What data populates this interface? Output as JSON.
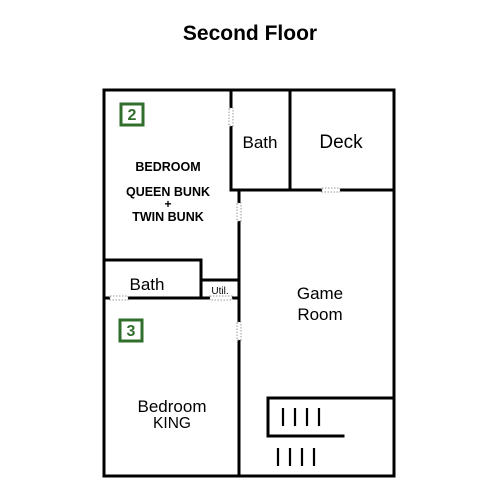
{
  "title": "Second Floor",
  "rooms": {
    "bedroom_2": {
      "badge": "2",
      "line1": "BEDROOM",
      "line2": "QUEEN BUNK",
      "line3": "+",
      "line4": "TWIN BUNK"
    },
    "bath_upper": {
      "label": "Bath"
    },
    "deck": {
      "label": "Deck"
    },
    "bath_lower": {
      "label": "Bath"
    },
    "util": {
      "label": "Util."
    },
    "game_room": {
      "line1": "Game",
      "line2": "Room"
    },
    "bedroom_3": {
      "badge": "3",
      "line1": "Bedroom",
      "line2": "KING"
    }
  },
  "colors": {
    "badge": "#2f6f2b",
    "wall": "#000000",
    "door": "#9a9a9a"
  }
}
